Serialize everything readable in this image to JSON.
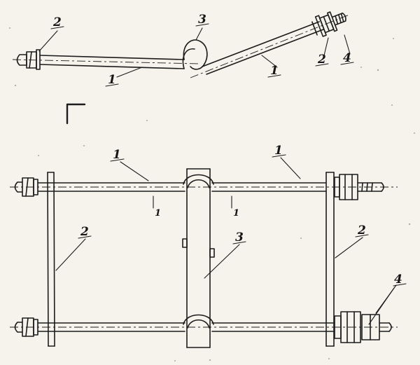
{
  "colors": {
    "paper": "#f5f3ec",
    "ink": "#1c1c1c"
  },
  "top_view": {
    "labels": {
      "left_bolt": "2",
      "hook": "3",
      "rod_left": "1",
      "rod_right": "1",
      "right_washer": "2",
      "right_nut": "4"
    }
  },
  "plan_view": {
    "labels": {
      "rod_left": "1",
      "rod_right": "1",
      "mark_left": "1",
      "mark_right": "1",
      "plate_left": "2",
      "plate_right": "2",
      "center_strap": "3",
      "end_nuts": "4"
    }
  }
}
